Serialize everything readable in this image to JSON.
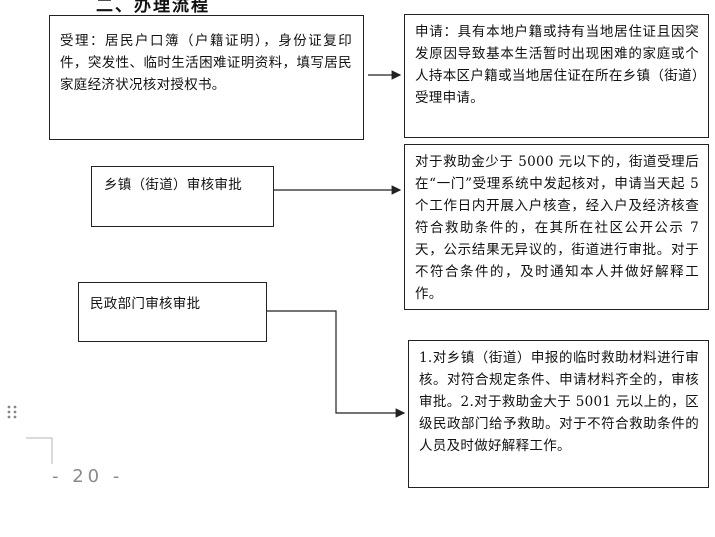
{
  "heading": "二、办理流程",
  "steps": [
    {
      "title": "受理：居民户口簿（户籍证明），身份证复印件，突发性、临时生活困难证明资料，填写居民家庭经济状况核对授权书。",
      "detail": "申请：具有本地户籍或持有当地居住证且因突发原因导致基本生活暂时出现困难的家庭或个人持本区户籍或当地居住证在所在乡镇（街道）受理申请。"
    },
    {
      "title": "乡镇（街道）审核审批",
      "detail": "对于救助金少于 5000 元以下的，街道受理后在“一门”受理系统中发起核对，申请当天起 5 个工作日内开展入户核查，经入户及经济核查符合救助条件的，在其所在社区公开公示 7 天，公示结果无异议的，街道进行审批。对于不符合条件的，及时通知本人并做好解释工作。"
    },
    {
      "title": "民政部门审核审批",
      "detail": "1.对乡镇（街道）申报的临时救助材料进行审核。对符合规定条件、申请材料齐全的，审核审批。2.对于救助金大于 5001 元以上的，区级民政部门给予救助。对于不符合救助条件的人员及时做好解释工作。"
    }
  ],
  "page_number": "- 20 -"
}
